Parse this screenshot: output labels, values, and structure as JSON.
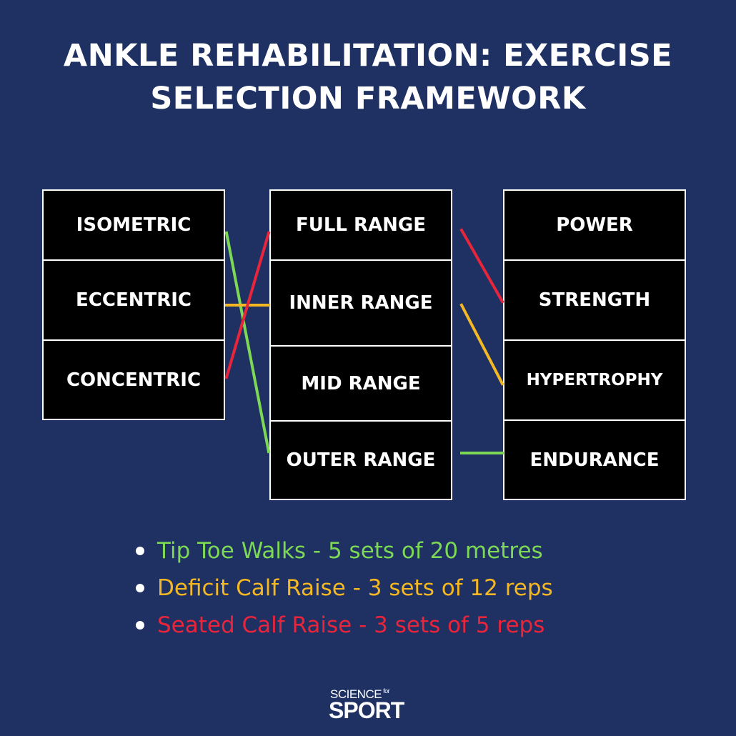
{
  "title": {
    "line1": "ANKLE REHABILITATION: EXERCISE",
    "line2": "SELECTION FRAMEWORK"
  },
  "columns": {
    "contraction": [
      "ISOMETRIC",
      "ECCENTRIC",
      "CONCENTRIC"
    ],
    "range": [
      "FULL RANGE",
      "INNER RANGE",
      "MID RANGE",
      "OUTER RANGE"
    ],
    "quality": [
      "POWER",
      "STRENGTH",
      "HYPERTROPHY",
      "ENDURANCE"
    ]
  },
  "exercises": [
    {
      "label": "Tip Toe Walks - 5 sets of 20 metres",
      "color": "#7dd855",
      "path": [
        "ISOMETRIC",
        "OUTER RANGE",
        "ENDURANCE"
      ]
    },
    {
      "label": "Deficit Calf Raise - 3 sets of 12 reps",
      "color": "#f4b822",
      "path": [
        "ECCENTRIC",
        "INNER RANGE",
        "HYPERTROPHY"
      ]
    },
    {
      "label": "Seated Calf Raise - 3 sets of 5 reps",
      "color": "#e8253a",
      "path": [
        "CONCENTRIC",
        "FULL RANGE",
        "STRENGTH"
      ]
    }
  ],
  "logo": {
    "line1": "SCIENCE",
    "line1_small": "for",
    "line2": "SPORT"
  }
}
